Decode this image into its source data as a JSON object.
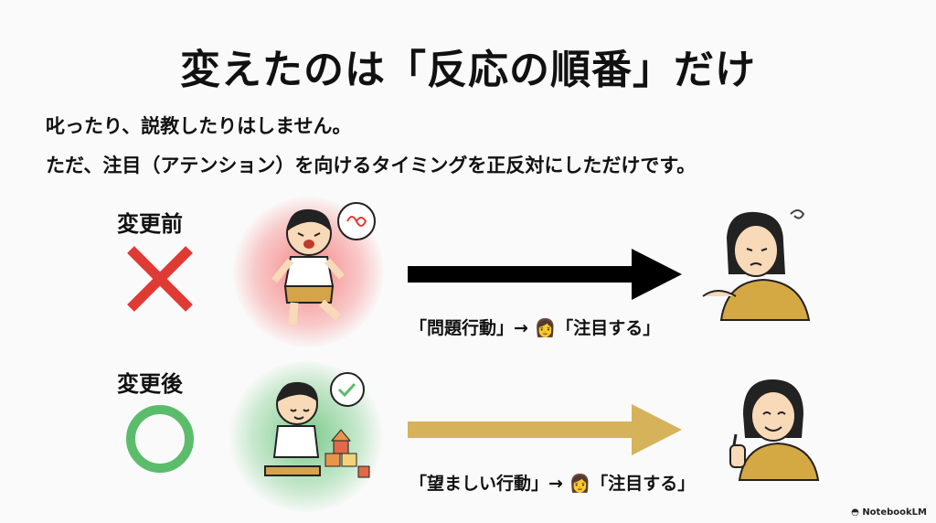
{
  "title": "変えたのは「反応の順番」だけ",
  "subtitle": {
    "line1": "叱ったり、説教したりはしません。",
    "line2": "ただ、注目（アテンション）を向けるタイミングを正反対にしただけです。"
  },
  "before": {
    "label": "変更前",
    "caption": "「問題行動」→ 👩「注目する」",
    "arrow_color": "#000000",
    "mark_color": "#e03a35",
    "glow_color": "#f56a6a"
  },
  "after": {
    "label": "変更後",
    "caption": "「望ましい行動」→ 👩「注目する」",
    "arrow_color": "#d6b25a",
    "mark_color": "#5bbd6b",
    "glow_color": "#6cc97a"
  },
  "brand": "NotebookLM"
}
